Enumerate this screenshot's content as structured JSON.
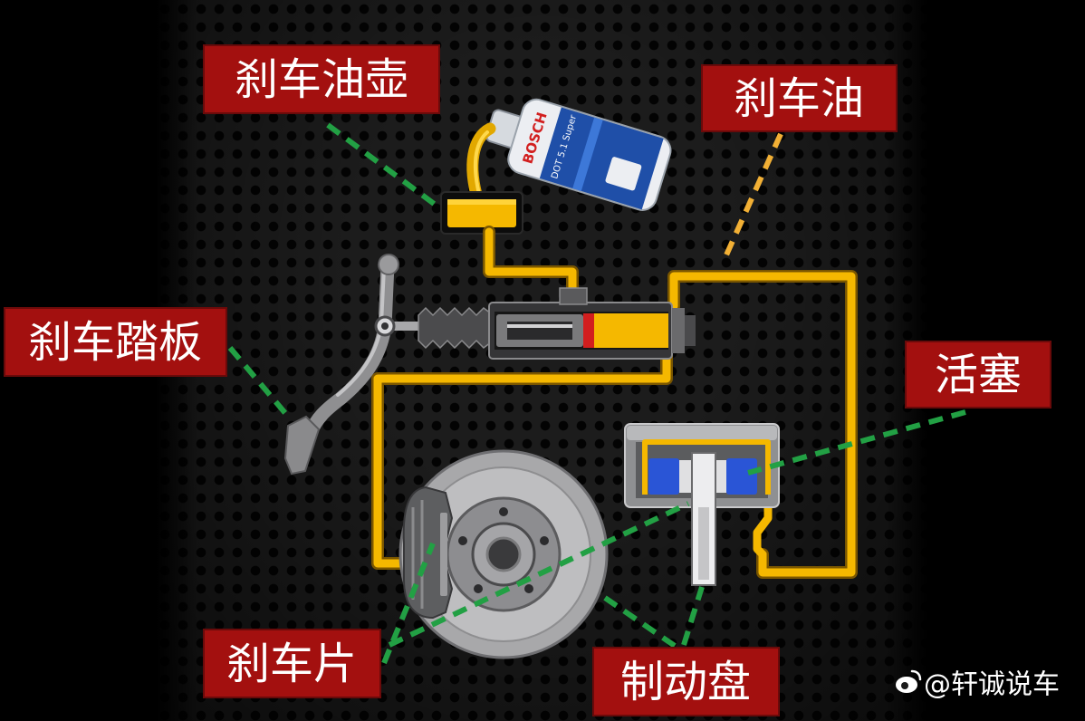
{
  "labels": {
    "reservoir": "刹车油壶",
    "fluid": "刹车油",
    "pedal": "刹车踏板",
    "piston": "活塞",
    "pad": "刹车片",
    "disc": "制动盘"
  },
  "bottle": {
    "brand": "BOSCH",
    "product": "DOT 5.1 Super"
  },
  "watermark": "@轩诚说车",
  "icons": {
    "watermark": "weibo-icon"
  },
  "colors": {
    "label_bg": "#a3100f",
    "label_text": "#ffffff",
    "brake_fluid": "#f5b800",
    "pointer_green": "#22a044",
    "pointer_orange": "#f2b035",
    "piston_blue": "#2a55d6",
    "seal_red": "#d21e1e",
    "background": "#000000"
  }
}
